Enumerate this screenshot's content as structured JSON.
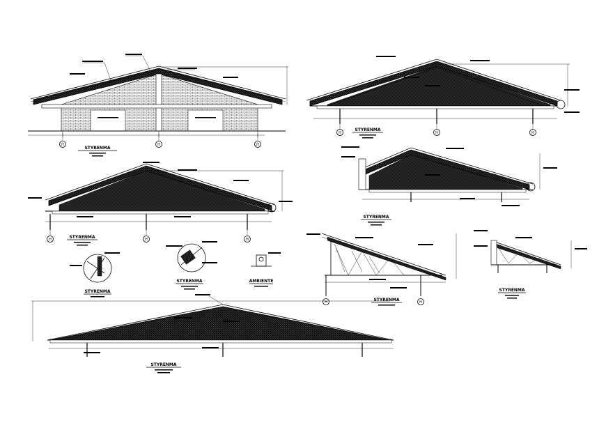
{
  "drawing": {
    "caption_label": "STYRENMA",
    "detail_label": "AMBIENTE",
    "grid_mark": "H"
  }
}
